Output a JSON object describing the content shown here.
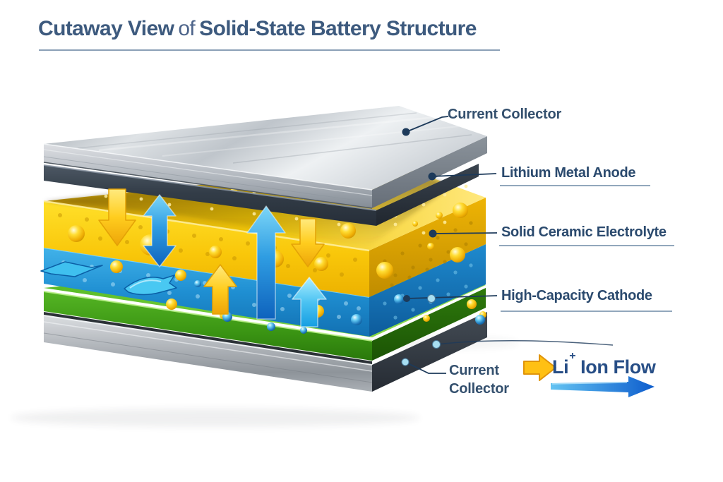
{
  "title": {
    "emphasis_1": "Cutaway View",
    "connector": "of",
    "emphasis_2": "Solid-State Battery Structure"
  },
  "callouts": {
    "current_collector_top": "Current Collector",
    "lithium_metal_anode": "Lithium Metal Anode",
    "solid_ceramic_electrolyte": "Solid Ceramic Electrolyte",
    "high_capacity_cathode": "High-Capacity Cathode",
    "current_collector_bottom": {
      "line1": "Current",
      "line2": "Collector"
    }
  },
  "legend": {
    "element": "Li",
    "charge": "+",
    "label": "Ion Flow"
  },
  "diagram": {
    "layers": [
      "Current Collector",
      "Lithium Metal Anode",
      "Solid Ceramic Electrolyte",
      "High-Capacity Cathode",
      "Current Collector"
    ],
    "colors": {
      "title_text": "#3d5a7e",
      "label_text": "#2b4a6e",
      "legend_text": "#274e86",
      "collector_silver": "#c2c8ce",
      "anode_dark": "#333d48",
      "electrolyte_yellow": "#f9c70a",
      "cathode_blue": "#1f8fd2",
      "green_layer": "#3a9413",
      "bottom_collector_gray": "#abb0b5",
      "ion_arrow_yellow": "#ffcd1e",
      "ion_arrow_blue": "#2f9de2"
    }
  }
}
